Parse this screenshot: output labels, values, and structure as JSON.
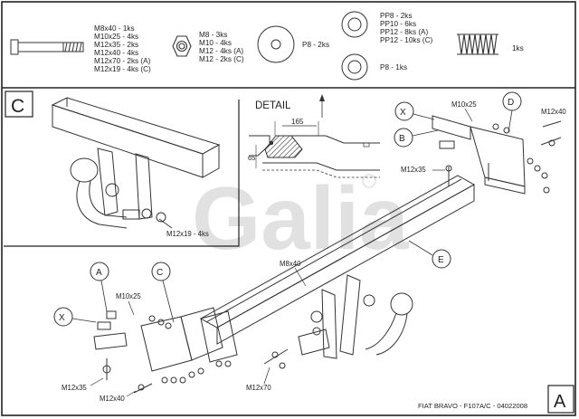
{
  "parts_list": {
    "bolt": [
      "M8x40 - 1ks",
      "M10x25 - 4ks",
      "M12x35 - 2ks",
      "M12x40 - 4ks",
      "M12x70 - 2ks (A)",
      "M12x19 - 4ks (C)"
    ],
    "nut": [
      "M8 - 3ks",
      "M10 - 4ks",
      "M12 - 4ks (A)",
      "M12 - 2ks (C)"
    ],
    "large_washer": "P8 - 2ks",
    "washers_top": [
      "PP8 - 2ks",
      "PP10 - 6ks",
      "PP12 - 8ks (A)",
      "PP12 - 10ks (C)"
    ],
    "washer_bottom": "P8 - 1ks",
    "spring_washer": "1ks"
  },
  "inset_c": {
    "letter": "C",
    "bolt_label": "M12x19 - 4ks"
  },
  "detail": {
    "title": "DETAIL",
    "dim_width": "165",
    "dim_height": "65"
  },
  "main": {
    "callouts": {
      "x_right": "X",
      "b": "B",
      "d": "D",
      "e": "E",
      "a": "A",
      "c": "C",
      "x_left": "X"
    },
    "labels": {
      "m10x25_right": "M10x25",
      "m12x40_right": "M12x40",
      "m12x35_right": "M12x35",
      "m8x40": "M8x40",
      "m10x25_left": "M10x25",
      "m12x35_left": "M12x35",
      "m12x40_left": "M12x40",
      "m12x70": "M12x70"
    }
  },
  "watermark": "Galia",
  "footer": {
    "model": "FIAT BRAVO - F107A/C - 04022008",
    "sheet_letter": "A"
  }
}
